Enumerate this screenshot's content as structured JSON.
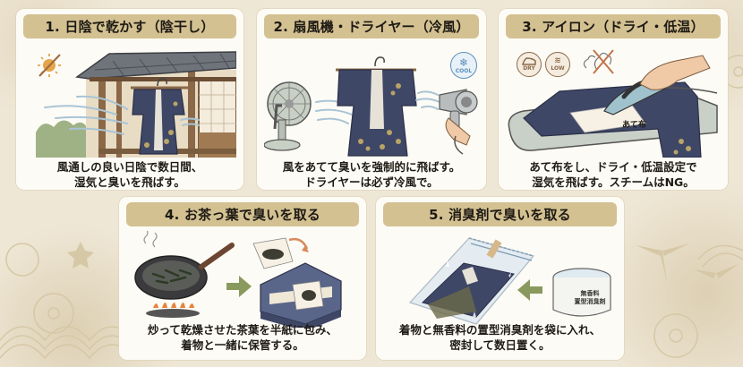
{
  "cards": [
    {
      "title": "1. 日陰で乾かす（陰干し）",
      "desc_lines": [
        "風通しの良い日陰で数日間、",
        "湿気と臭いを飛ばす。"
      ],
      "icons": [
        "no-sun-icon"
      ]
    },
    {
      "title": "2. 扇風機・ドライヤー（冷風）",
      "desc_lines": [
        "風をあてて臭いを強制的に飛ばす。",
        "ドライヤーは必ず冷風で。"
      ],
      "icons": [
        "cool-snowflake-icon"
      ],
      "cool_label": "COOL"
    },
    {
      "title": "3. アイロン（ドライ・低温）",
      "desc_lines": [
        "あて布をし、ドライ・低温設定で",
        "湿気を飛ばす。スチームはNG。"
      ],
      "icons": [
        "iron-dry-icon",
        "iron-low-icon",
        "no-steam-icon"
      ],
      "dry_label": "DRY",
      "low_label": "LOW",
      "cloth_label": "あて布"
    },
    {
      "title": "4. お茶っ葉で臭いを取る",
      "desc_lines": [
        "炒って乾燥させた茶葉を半紙に包み、",
        "着物と一緒に保管する。"
      ]
    },
    {
      "title": "5. 消臭剤で臭いを取る",
      "desc_lines": [
        "着物と無香料の置型消臭剤を袋に入れ、",
        "密封して数日置く。"
      ],
      "can_label_1": "無香料",
      "can_label_2": "置型消臭剤"
    }
  ],
  "colors": {
    "background": "#efe7d6",
    "card": "#fdfbf5",
    "title_bar": "#d3c192",
    "text": "#1e1a14",
    "kimono_navy": "#3f4766",
    "arrow_green": "#8a9a5f",
    "icon_brown": "#8b6a48"
  }
}
